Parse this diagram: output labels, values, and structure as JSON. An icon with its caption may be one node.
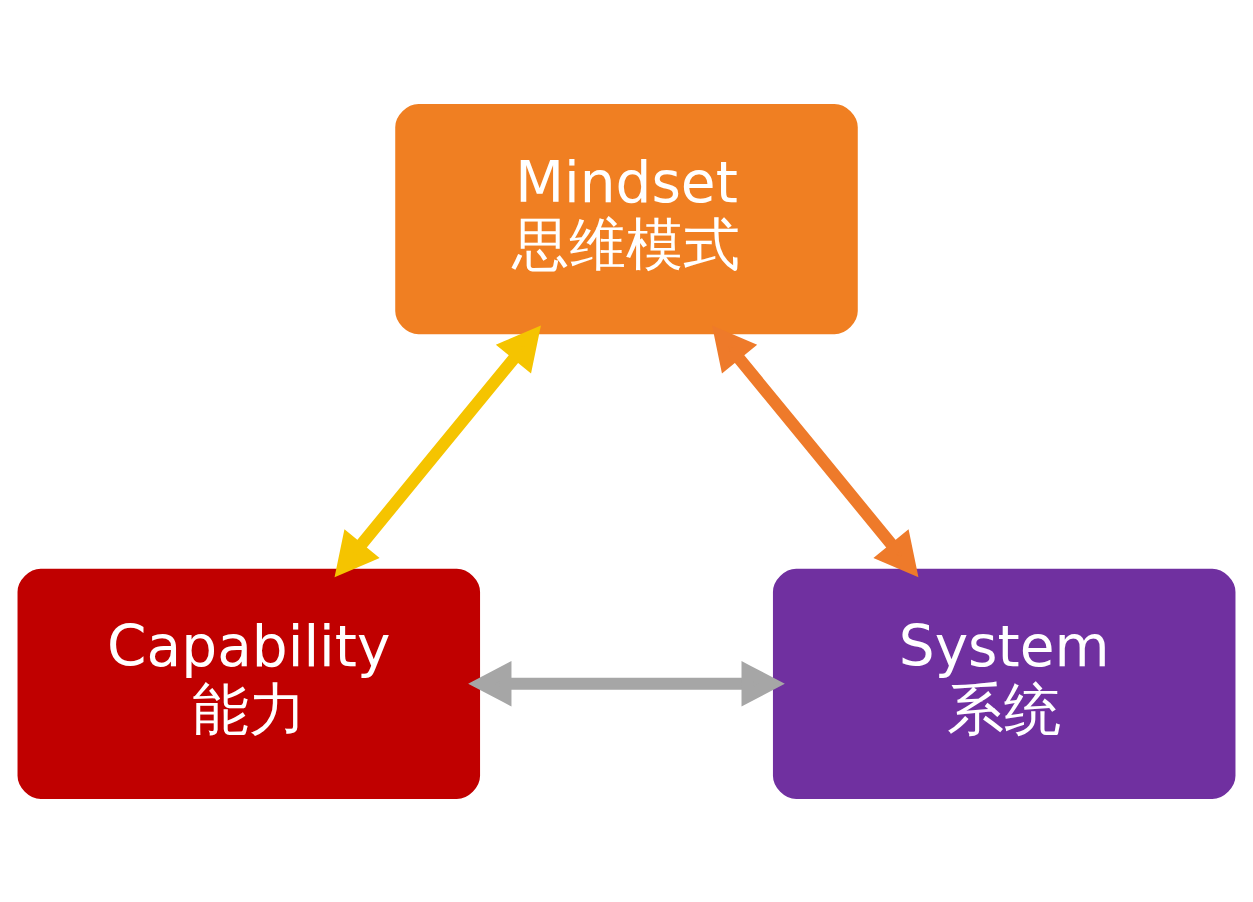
{
  "diagram": {
    "nodes": [
      {
        "text": [
          "Mindset",
          "思维模式"
        ]
      },
      {
        "text": [
          "Capability",
          "能力"
        ]
      },
      {
        "text": [
          "System",
          "系统"
        ]
      }
    ],
    "edges": [
      {
        "from": 1,
        "to": 0,
        "arrow": "both",
        "color": "#f5c400"
      },
      {
        "from": 0,
        "to": 2,
        "arrow": "both",
        "color": "#ee7a2a"
      },
      {
        "from": 1,
        "to": 2,
        "arrow": "both",
        "color": "#a6a6a6"
      }
    ]
  }
}
